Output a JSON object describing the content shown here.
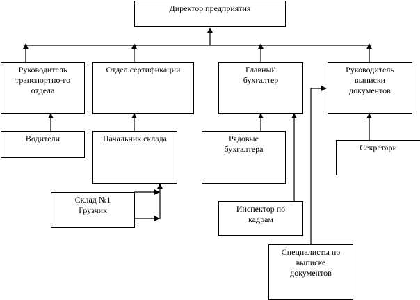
{
  "diagram": {
    "type": "org-chart",
    "nodes": {
      "director": {
        "label": "Директор предприятия"
      },
      "transport_head": {
        "label": "Руководитель\nтранспортно-го\nотдела"
      },
      "certification": {
        "label": "Отдел сертификации"
      },
      "chief_accountant": {
        "label": "Главный\nбухгалтер"
      },
      "docs_head": {
        "label": "Руководитель\nвыписки\nдокументов"
      },
      "drivers": {
        "label": "Водители"
      },
      "warehouse_head": {
        "label": "Начальник склада"
      },
      "accountants": {
        "label": "Рядовые\nбухгалтера"
      },
      "secretaries": {
        "label": "Секретари"
      },
      "warehouse1": {
        "label": "Склад №1\nГрузчик"
      },
      "hr_inspector": {
        "label": "Инспектор по\nкадрам"
      },
      "docs_specialists": {
        "label": "Специалисты по\nвыписке\nдокументов"
      }
    },
    "edges": [
      {
        "from": "transport_head",
        "to": "director"
      },
      {
        "from": "certification",
        "to": "director"
      },
      {
        "from": "chief_accountant",
        "to": "director"
      },
      {
        "from": "docs_head",
        "to": "director"
      },
      {
        "from": "drivers",
        "to": "transport_head"
      },
      {
        "from": "warehouse_head",
        "to": "certification"
      },
      {
        "from": "accountants",
        "to": "chief_accountant"
      },
      {
        "from": "hr_inspector",
        "to": "chief_accountant"
      },
      {
        "from": "secretaries",
        "to": "docs_head"
      },
      {
        "from": "warehouse1",
        "to": "warehouse_head"
      },
      {
        "from": "docs_specialists",
        "to": "docs_head"
      }
    ]
  }
}
